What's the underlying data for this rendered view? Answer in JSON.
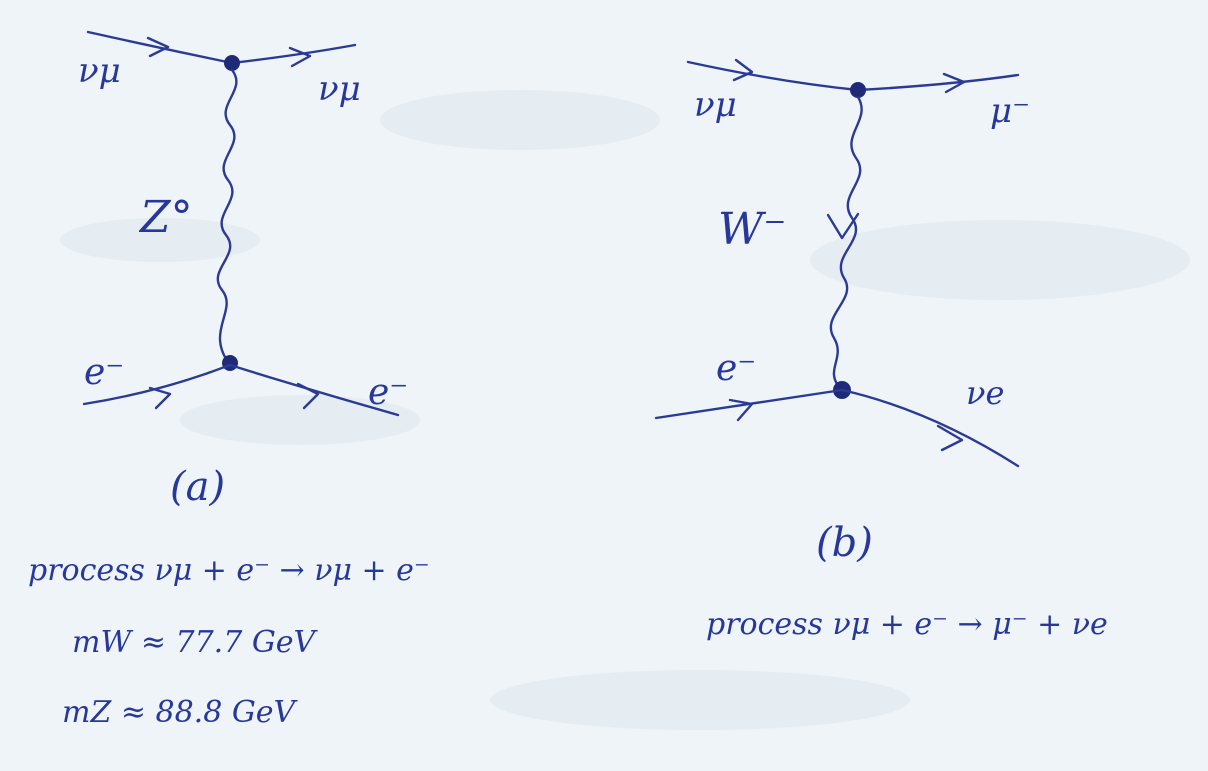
{
  "diagram_a": {
    "top_left_label": "νμ",
    "top_right_label": "νμ",
    "boson_label": "Z°",
    "bottom_left_label": "e⁻",
    "bottom_right_label": "e⁻",
    "caption": "(a)",
    "process": "process  νμ + e⁻ → νμ + e⁻",
    "mass_w": "mW ≈ 77.7 GeV",
    "mass_z": "mZ ≈ 88.8 GeV"
  },
  "diagram_b": {
    "top_left_label": "νμ",
    "top_right_label": "μ⁻",
    "boson_label": "W⁻",
    "bottom_left_label": "e⁻",
    "bottom_right_label": "νe",
    "caption": "(b)",
    "process": "process  νμ + e⁻ → μ⁻ + νe"
  },
  "colors": {
    "paper": "#eef4f8",
    "ink": "#2b3a94"
  }
}
